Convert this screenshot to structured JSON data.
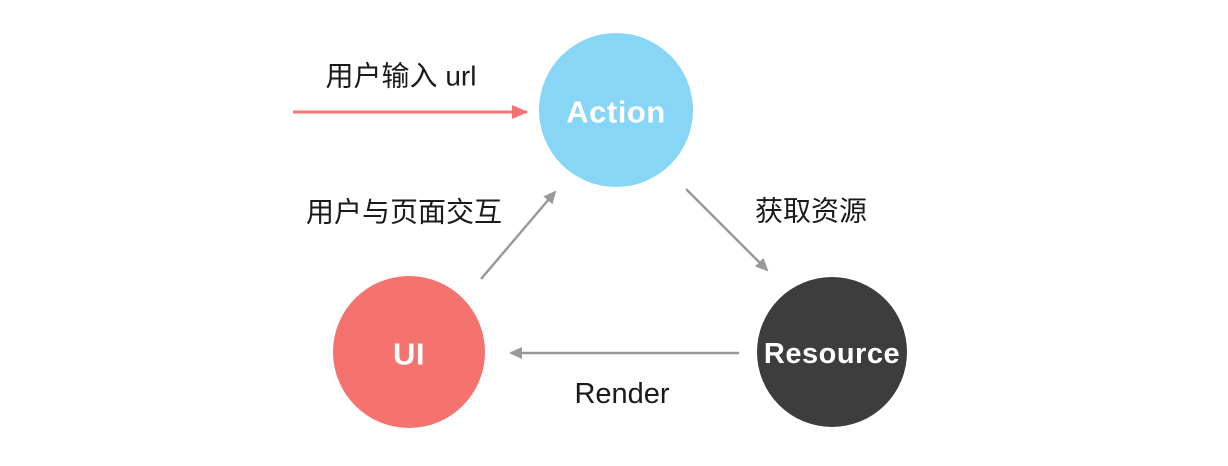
{
  "diagram": {
    "background": "#ffffff",
    "label_color": "#1a1a1a",
    "nodes": {
      "action": {
        "label": "Action",
        "fill": "#87d6f5",
        "text_color": "#ffffff"
      },
      "ui": {
        "label": "UI",
        "fill": "#f4736f",
        "text_color": "#ffffff"
      },
      "resource": {
        "label": "Resource",
        "fill": "#3d3d3d",
        "text_color": "#ffffff"
      }
    },
    "edges": {
      "user_input": {
        "label": "用户输入 url",
        "from": "outside",
        "to": "action",
        "color": "#f4736f"
      },
      "user_interact": {
        "label": "用户与页面交互",
        "from": "ui",
        "to": "action",
        "color": "#999999"
      },
      "fetch_resource": {
        "label": "获取资源",
        "from": "action",
        "to": "resource",
        "color": "#999999"
      },
      "render": {
        "label": "Render",
        "from": "resource",
        "to": "ui",
        "color": "#999999"
      }
    }
  }
}
